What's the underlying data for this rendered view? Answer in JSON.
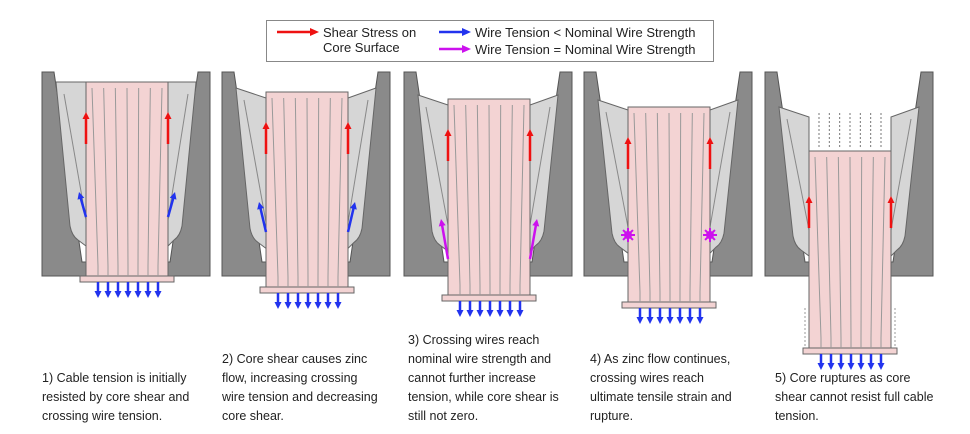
{
  "legend": {
    "shear": "Shear Stress on Core Surface",
    "shear_line1": "Shear Stress on",
    "shear_line2": "Core Surface",
    "tension_below": "Wire Tension < Nominal Wire Strength",
    "tension_equal": "Wire Tension = Nominal Wire Strength"
  },
  "colors": {
    "shear": "#ee1111",
    "tension_below": "#2233ee",
    "tension_equal": "#cc11ee",
    "core": "#f3d3d3",
    "zinc": "#d6d6d6",
    "socket": "#8a8a8a"
  },
  "panels": [
    {
      "caption": "1) Cable tension is initially resisted by core shear and crossing wire tension."
    },
    {
      "caption": "2) Core shear causes zinc flow, increasing crossing wire tension and decreasing core shear."
    },
    {
      "caption": "3) Crossing wires reach nominal wire strength and cannot further increase tension, while core shear is still not zero."
    },
    {
      "caption": "4) As zinc flow continues, crossing wires reach ultimate tensile strain and rupture."
    },
    {
      "caption": "5) Core ruptures as core shear cannot resist full cable tension."
    }
  ]
}
